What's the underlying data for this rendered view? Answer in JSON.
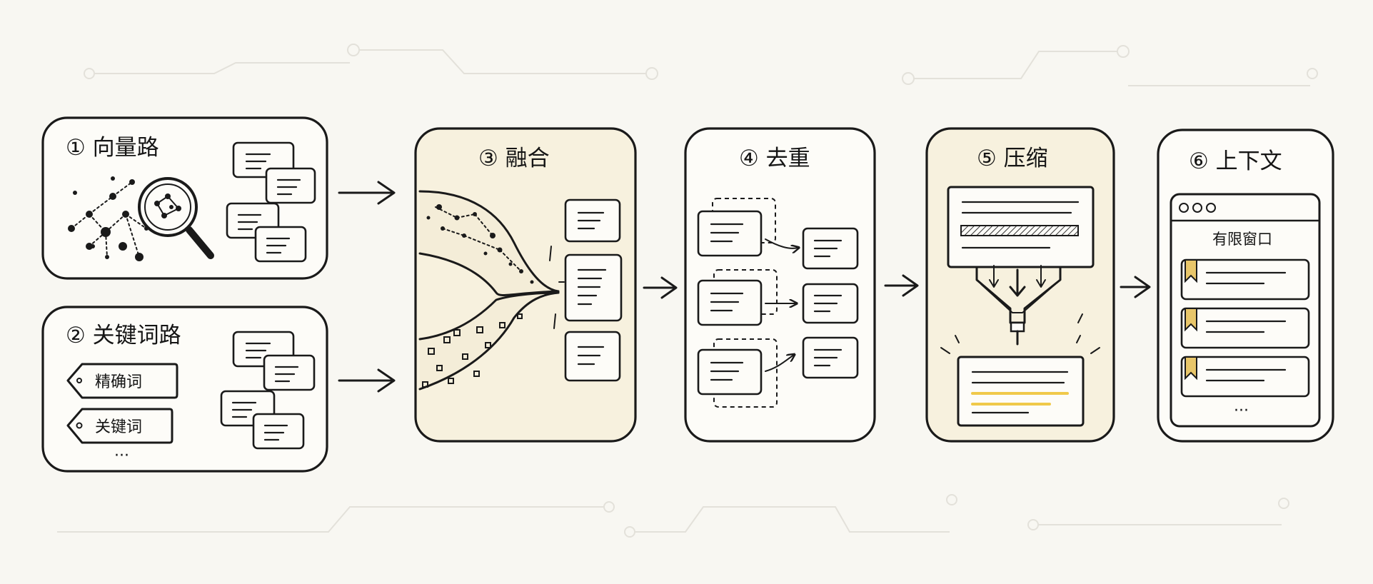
{
  "panels": {
    "vector": {
      "title": "① 向量路"
    },
    "keyword": {
      "title": "② 关键词路",
      "tags": [
        "精确词",
        "关键词"
      ],
      "more": "···"
    },
    "fusion": {
      "title": "③ 融合"
    },
    "dedup": {
      "title": "④ 去重"
    },
    "compress": {
      "title": "⑤ 压缩"
    },
    "context": {
      "title": "⑥ 上下文",
      "window_label": "有限窗口",
      "more": "···"
    }
  },
  "colors": {
    "background": "#f8f7f2",
    "panel_fill": "#fdfcf8",
    "panel_highlight": "#f7f1de",
    "ink": "#1a1a1a",
    "highlight_yellow": "#f0c94a",
    "bookmark": "#e8c66a"
  }
}
